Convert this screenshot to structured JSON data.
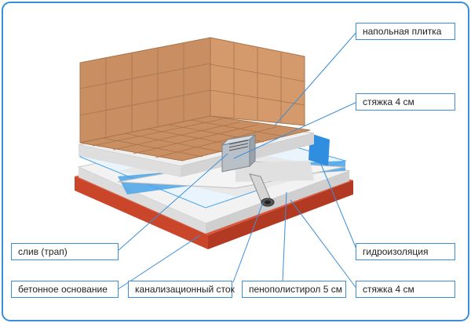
{
  "labels": {
    "floor_tile": "напольная плитка",
    "screed_top": "стяжка 4 см",
    "waterproofing": "гидроизоляция",
    "screed_bottom": "стяжка 4 см",
    "drain": "слив (трап)",
    "concrete_base": "бетонное основание",
    "sewer_drain": "канализационный сток",
    "polystyrene": "пенополистирол 5 см"
  },
  "colors": {
    "frame": "#3b8fd8",
    "tile": "#c98f62",
    "tile_grout": "#b07a50",
    "concrete": "#c9462a",
    "screed": "#e6e6e6",
    "waterproofing": "#4aa3e8",
    "leader": "#3b8fd8"
  }
}
